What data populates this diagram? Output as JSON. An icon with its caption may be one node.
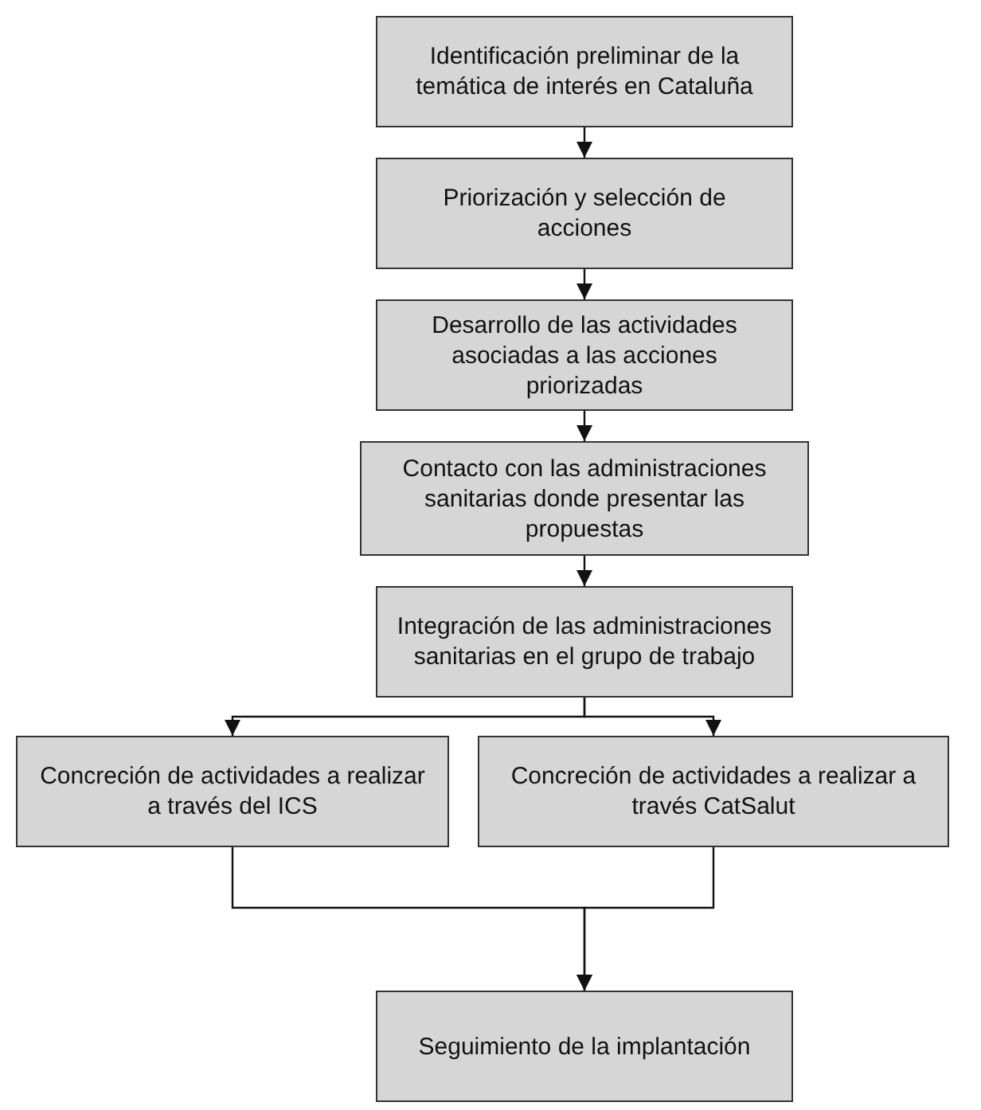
{
  "diagram": {
    "nodes": [
      {
        "text": [
          "Identificación preliminar de la temática de interés en Cataluña"
        ]
      },
      {
        "text": [
          "Priorización y selección de acciones"
        ]
      },
      {
        "text": [
          "Desarrollo de las actividades asociadas a las acciones priorizadas"
        ]
      },
      {
        "text": [
          "Contacto con las administraciones sanitarias donde presentar las propuestas"
        ]
      },
      {
        "text": [
          "Integración de las administraciones sanitarias en el grupo de trabajo"
        ]
      },
      {
        "text": [
          "Concreción de actividades a realizar a través del ICS"
        ]
      },
      {
        "text": [
          "Concreción de actividades a realizar a través CatSalut"
        ]
      },
      {
        "text": [
          "Seguimiento de la implantación"
        ]
      }
    ],
    "edges": [
      {
        "from": 0,
        "to": 1,
        "arrow": "to"
      },
      {
        "from": 1,
        "to": 2,
        "arrow": "to"
      },
      {
        "from": 2,
        "to": 3,
        "arrow": "to"
      },
      {
        "from": 3,
        "to": 4,
        "arrow": "to"
      },
      {
        "from": 4,
        "to": 5,
        "arrow": "to"
      },
      {
        "from": 4,
        "to": 6,
        "arrow": "to"
      },
      {
        "from": 5,
        "to": 7,
        "arrow": "to"
      },
      {
        "from": 6,
        "to": 7,
        "arrow": "to"
      }
    ]
  }
}
